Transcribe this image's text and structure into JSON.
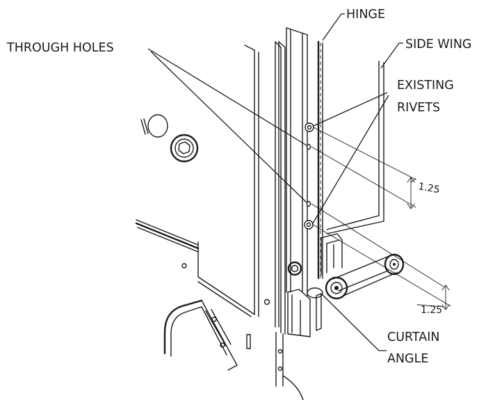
{
  "labels": {
    "hinge": "HINGE",
    "through_holes": "THROUGH HOLES",
    "side_wing": "SIDE WING",
    "existing_rivets_line1": "EXISTING",
    "existing_rivets_line2": "RIVETS",
    "curtain_angle_line1": "CURTAIN",
    "curtain_angle_line2": "ANGLE"
  },
  "dimensions": {
    "upper": "1.25",
    "lower": "1.25"
  }
}
